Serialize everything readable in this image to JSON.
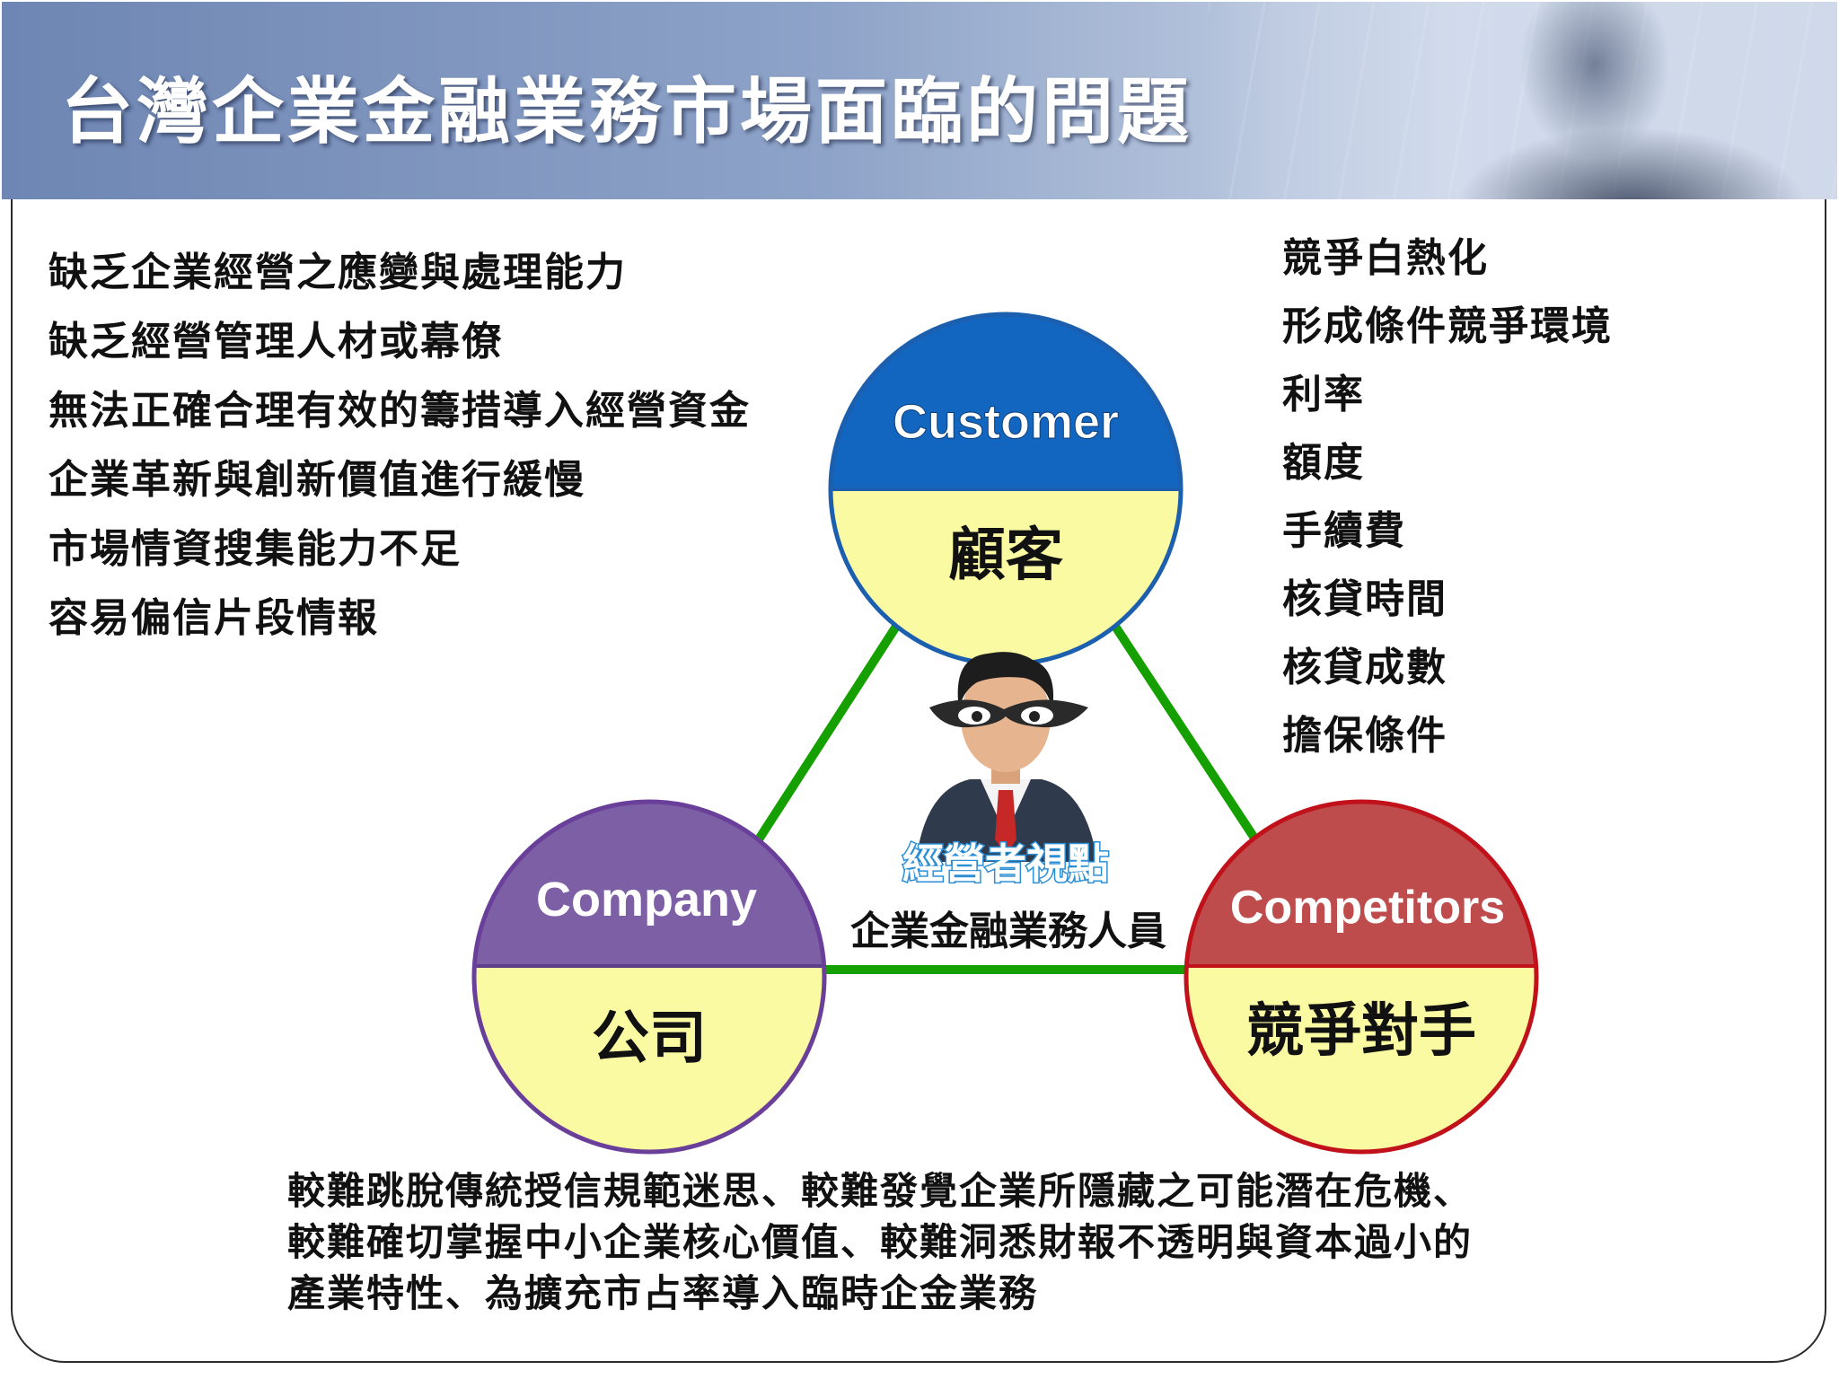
{
  "title": "台灣企業金融業務市場面臨的問題",
  "left_issues": [
    "缺乏企業經營之應變與處理能力",
    "缺乏經營管理人材或幕僚",
    "無法正確合理有效的籌措導入經營資金",
    "企業革新與創新價值進行緩慢",
    "市場情資搜集能力不足",
    "容易偏信片段情報"
  ],
  "right_issues": [
    "競爭白熱化",
    "形成條件競爭環境",
    "利率",
    "額度",
    "手續費",
    "核貸時間",
    "核貸成數",
    "擔保條件"
  ],
  "nodes": {
    "customer": {
      "en": "Customer",
      "zh": "顧客",
      "top_color": "#1366bf",
      "bottom_color": "#fafaa2",
      "border_color": "#1c5fae"
    },
    "company": {
      "en": "Company",
      "zh": "公司",
      "top_color": "#7d5fa6",
      "bottom_color": "#fafaa2",
      "border_color": "#6a3f9a"
    },
    "competitors": {
      "en": "Competitors",
      "zh": "競爭對手",
      "top_color": "#bf4c4c",
      "bottom_color": "#fafaa2",
      "border_color": "#c1121b"
    }
  },
  "center": {
    "perspective_label": "經營者視點",
    "person_label": "企業金融業務人員",
    "icon": "businessman-with-glasses-icon"
  },
  "triangle_color": "#16a000",
  "bottom_note": [
    "較難跳脫傳統授信規範迷思、較難發覺企業所隱藏之可能潛在危機、",
    "較難確切掌握中小企業核心價值、較難洞悉財報不透明與資本過小的",
    "產業特性、為擴充市占率導入臨時企金業務"
  ]
}
